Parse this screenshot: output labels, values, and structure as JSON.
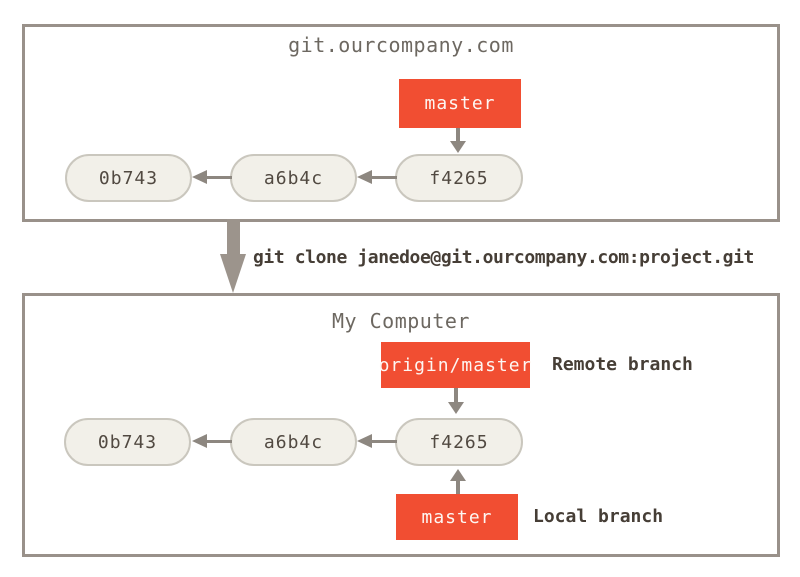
{
  "colors": {
    "branch_label_red": "#f14e32",
    "pill_fill": "#f2f0e9",
    "pill_border": "#cac7be",
    "box_border": "#99918a",
    "arrow_gray": "#8d8780",
    "big_arrow_taupe": "#9c948c",
    "title_gray": "#6d6861",
    "dark_text": "#463e36"
  },
  "server": {
    "title": "git.ourcompany.com",
    "branch": "master",
    "commits": [
      "0b743",
      "a6b4c",
      "f4265"
    ]
  },
  "clone": {
    "command": "git clone janedoe@git.ourcompany.com:project.git"
  },
  "local": {
    "title": "My Computer",
    "remote_branch": "origin/master",
    "remote_annotation": "Remote branch",
    "local_branch": "master",
    "local_annotation": "Local branch",
    "commits": [
      "0b743",
      "a6b4c",
      "f4265"
    ]
  }
}
